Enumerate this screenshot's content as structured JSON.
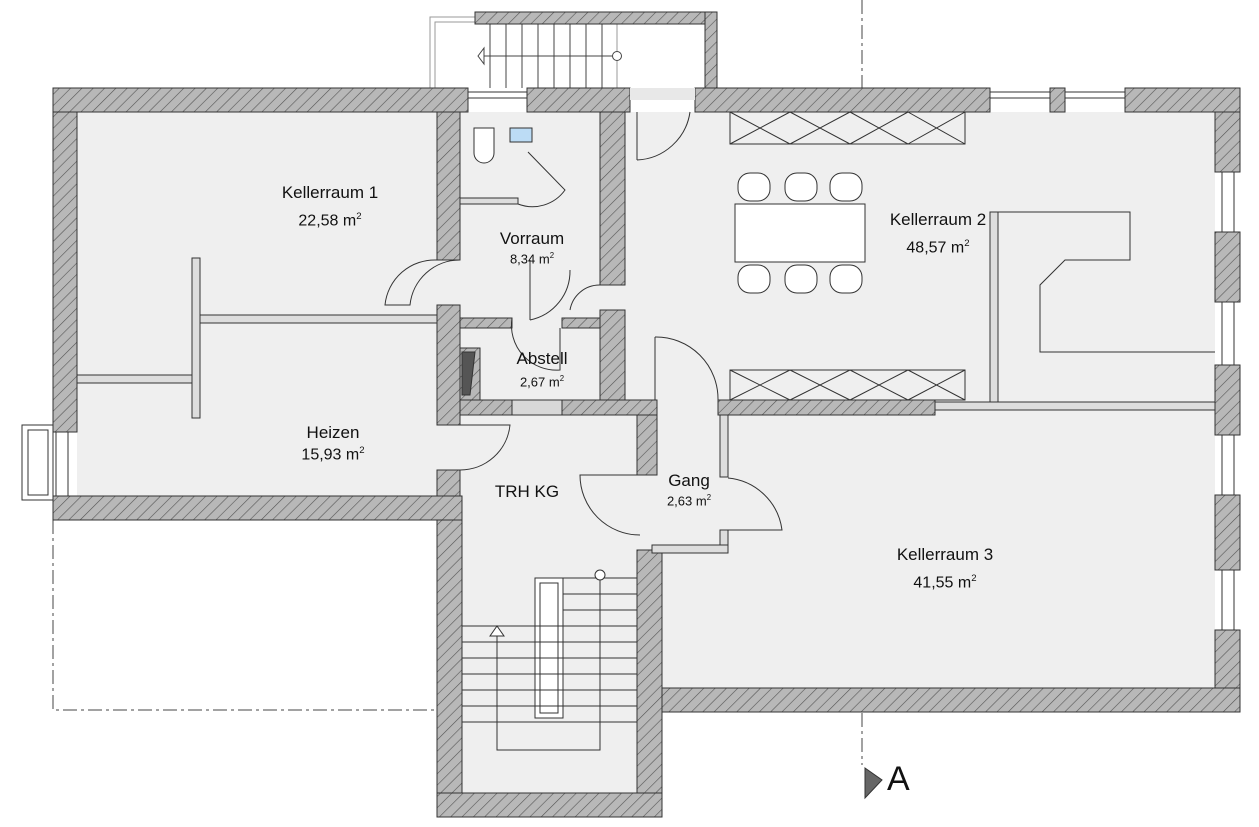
{
  "plan": {
    "rooms": [
      {
        "name": "Kellerraum 1",
        "area": "22,58",
        "unit": "m",
        "exp": "2"
      },
      {
        "name": "Vorraum",
        "area": "8,34",
        "unit": "m",
        "exp": "2"
      },
      {
        "name": "Kellerraum 2",
        "area": "48,57",
        "unit": "m",
        "exp": "2"
      },
      {
        "name": "Abstell",
        "area": "2,67",
        "unit": "m",
        "exp": "2"
      },
      {
        "name": "Heizen",
        "area": "15,93",
        "unit": "m",
        "exp": "2"
      },
      {
        "name": "TRH KG"
      },
      {
        "name": "Gang",
        "area": "2,63",
        "unit": "m",
        "exp": "2"
      },
      {
        "name": "Kellerraum 3",
        "area": "41,55",
        "unit": "m",
        "exp": "2"
      }
    ],
    "section_marker": "A",
    "colors": {
      "floor": "#efefef",
      "wall": "#b8b8b8",
      "line": "#333333",
      "glass": "#bcdcf5"
    }
  }
}
